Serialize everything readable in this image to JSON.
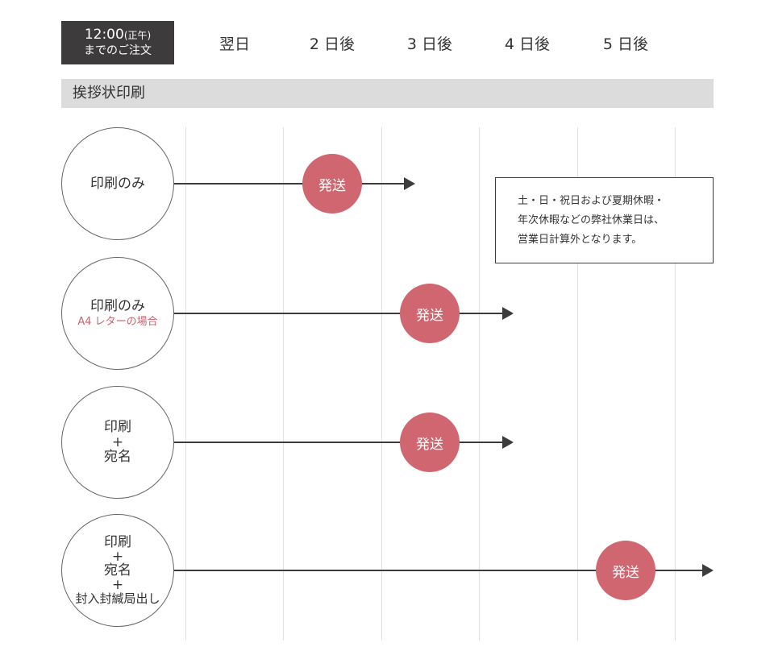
{
  "header": {
    "deadline_time": "12:00",
    "deadline_note": "(正午)",
    "deadline_label": "までのご注文",
    "days": [
      "翌日",
      "2 日後",
      "3 日後",
      "4 日後",
      "5 日後"
    ]
  },
  "section_title": "挨拶状印刷",
  "rows": [
    {
      "lines": [
        "印刷のみ"
      ],
      "ship_label": "発送",
      "ship_day": 2
    },
    {
      "lines": [
        "印刷のみ"
      ],
      "sub": "A4 レターの場合",
      "ship_label": "発送",
      "ship_day": 3
    },
    {
      "lines": [
        "印刷",
        "+",
        "宛名"
      ],
      "ship_label": "発送",
      "ship_day": 3
    },
    {
      "lines": [
        "印刷",
        "+",
        "宛名",
        "+",
        "封入封緘局出し"
      ],
      "ship_label": "発送",
      "ship_day": 5
    }
  ],
  "note": {
    "line1": "土・日・祝日および夏期休暇・",
    "line2": "年次休暇などの弊社休業日は、",
    "line3": "営業日計算外となります。"
  },
  "colors": {
    "dark": "#3d3b3b",
    "accent": "#cf6670",
    "band": "#dcdcdc"
  }
}
